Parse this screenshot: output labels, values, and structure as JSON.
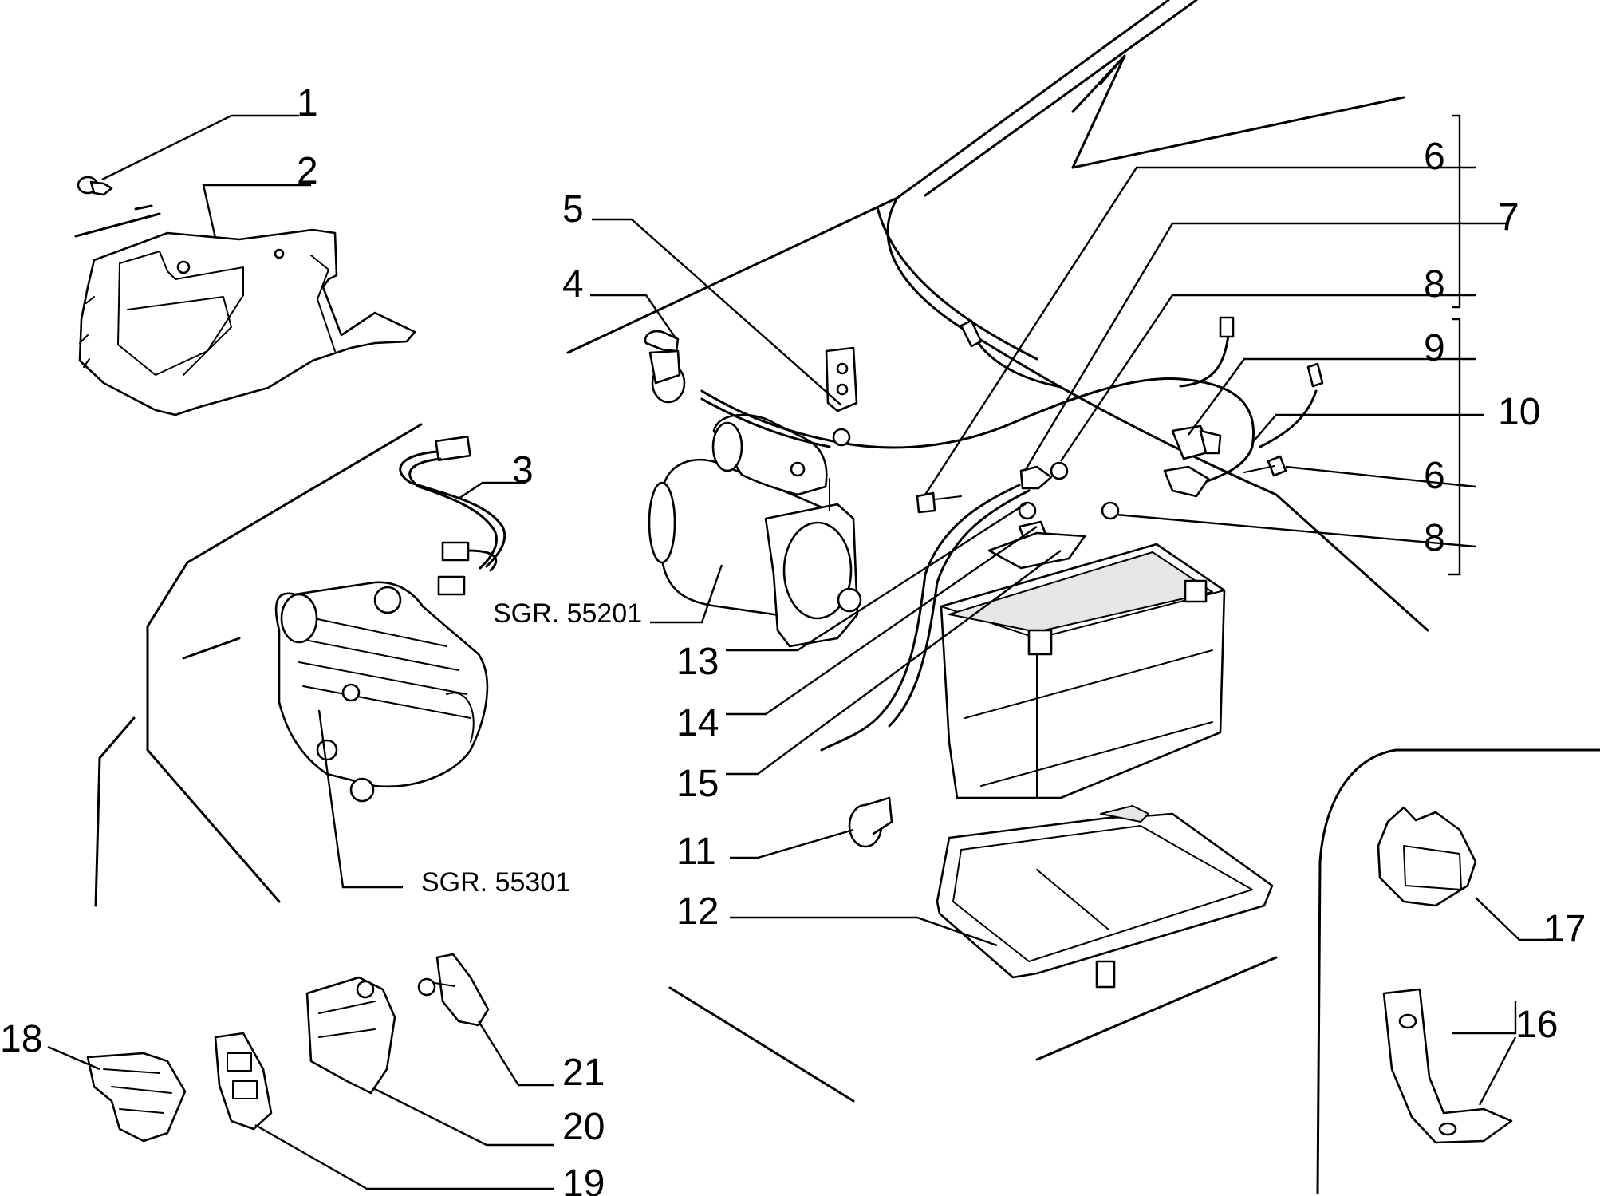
{
  "callouts": {
    "c1": "1",
    "c2": "2",
    "c3": "3",
    "c4": "4",
    "c5": "5",
    "c6a": "6",
    "c7": "7",
    "c8a": "8",
    "c9": "9",
    "c10": "10",
    "c6b": "6",
    "c8b": "8",
    "c11": "11",
    "c12": "12",
    "c13": "13",
    "c14": "14",
    "c15": "15",
    "c16": "16",
    "c17": "17",
    "c18": "18",
    "c19": "19",
    "c20": "20",
    "c21": "21"
  },
  "references": {
    "starter": "SGR. 55201",
    "alternator": "SGR. 55301"
  }
}
